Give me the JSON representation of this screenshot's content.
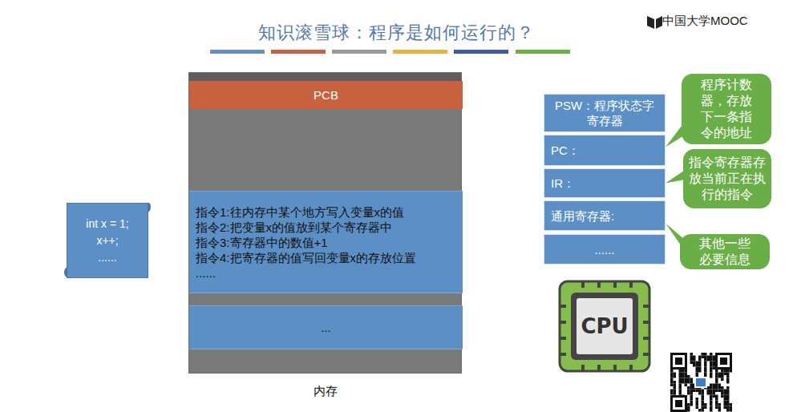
{
  "diagram": {
    "title": "知识滚雪球：程序是如何运行的？",
    "nodes": [
      {
        "text": [
          "int x = 1;",
          "x++;",
          "......"
        ]
      },
      {
        "text": [
          "内存"
        ]
      },
      {
        "text": [
          "PCB"
        ],
        "in": 1
      },
      {
        "text": [
          "指令1:往内存中某个地方写入变量x的值",
          "指令2:把变量x的值放到某个寄存器中",
          "指令3:寄存器中的数值+1",
          "指令4:把寄存器的值写回变量x的存放位置",
          "......"
        ],
        "in": 1
      },
      {
        "text": [
          "..."
        ],
        "in": 1
      },
      {
        "text": [
          "PSW：程序状态字寄存器"
        ]
      },
      {
        "text": [
          "PC："
        ]
      },
      {
        "text": [
          "IR："
        ]
      },
      {
        "text": [
          "通用寄存器:"
        ]
      },
      {
        "text": [
          "......"
        ]
      },
      {
        "text": [
          "CPU"
        ]
      },
      {
        "text": [
          "程序计数器，存放下一条指令的地址"
        ]
      },
      {
        "text": [
          "指令寄存器存放当前正在执行的指令"
        ]
      },
      {
        "text": [
          "其他一些必要信息"
        ]
      }
    ],
    "edges": [
      {
        "from": 11,
        "to": 6,
        "arrow": "none"
      },
      {
        "from": 12,
        "to": 7,
        "arrow": "none"
      },
      {
        "from": 13,
        "to": 8,
        "arrow": "none"
      }
    ],
    "labels": [
      "中国大学MOOC"
    ]
  }
}
